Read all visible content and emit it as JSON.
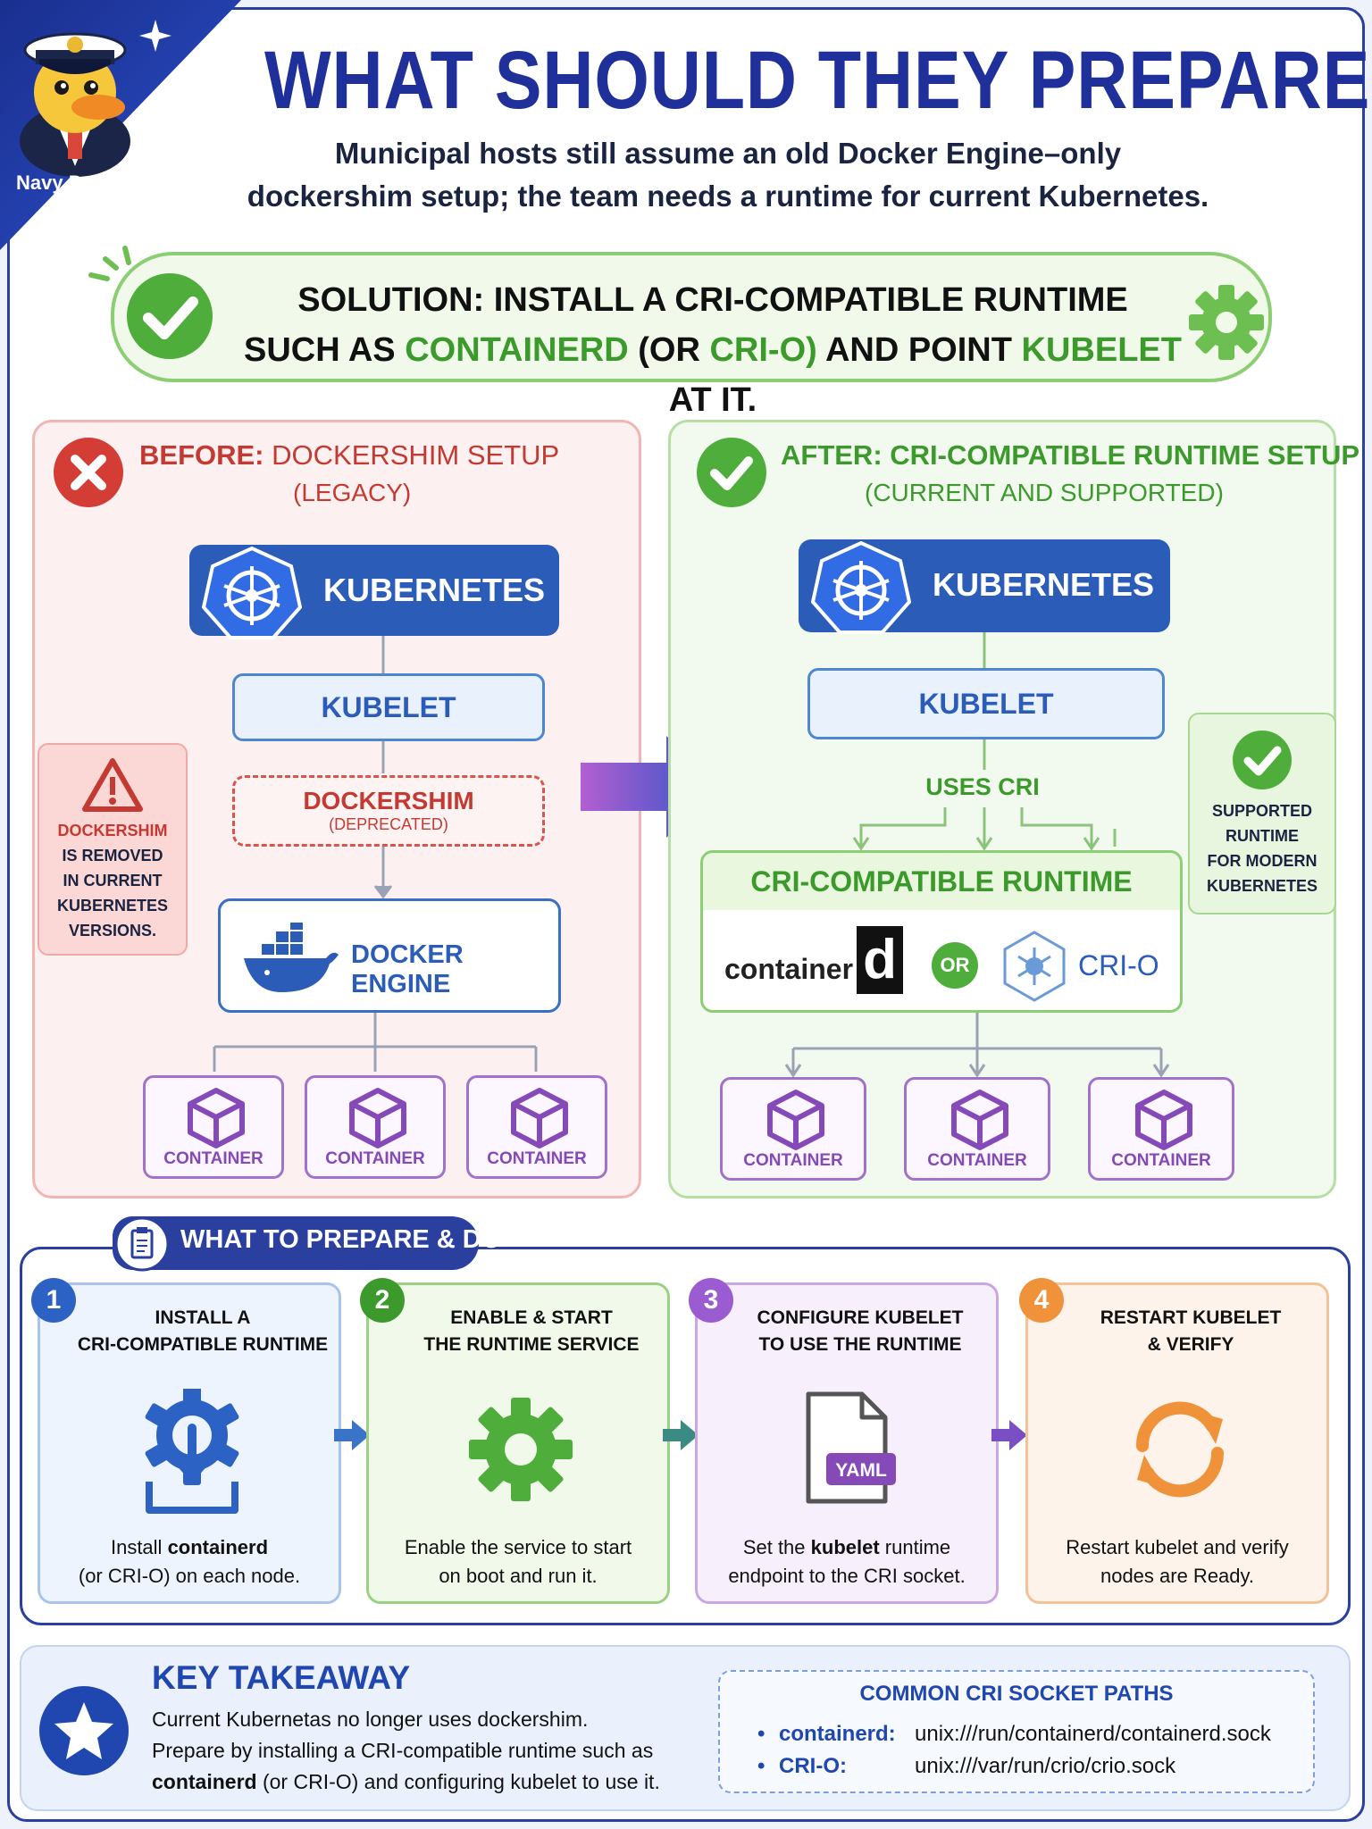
{
  "header": {
    "badge_label": "Navy Duck",
    "title": "WHAT SHOULD THEY PREPARE",
    "title_mark": "?",
    "subtitle_line1": "Municipal hosts still assume an old Docker Engine–only",
    "subtitle_line2": "dockershim setup; the team needs a runtime for current Kubernetes."
  },
  "solution": {
    "label": "SOLUTION:",
    "line1_rest": "INSTALL A CRI-COMPATIBLE RUNTIME",
    "line2_a": "SUCH AS",
    "line2_containerd": "CONTAINERD",
    "line2_b": "(OR",
    "line2_crio": "CRI-O)",
    "line2_c": "AND POINT",
    "line2_kubelet": "KUBELET",
    "line2_d": "AT IT."
  },
  "before": {
    "title_label": "BEFORE:",
    "title_rest": "DOCKERSHIM SETUP",
    "subtitle": "(LEGACY)",
    "kubernetes": "KUBERNETES",
    "kubelet": "KUBELET",
    "dockershim": "DOCKERSHIM",
    "dockershim_note": "(DEPRECATED)",
    "docker_engine": "DOCKER ENGINE",
    "containers": [
      "CONTAINER",
      "CONTAINER",
      "CONTAINER"
    ],
    "warning_red": "DOCKERSHIM",
    "warning_lines": [
      "IS REMOVED",
      "IN CURRENT",
      "KUBERNETES",
      "VERSIONS."
    ]
  },
  "after": {
    "title": "AFTER: CRI-COMPATIBLE RUNTIME SETUP",
    "subtitle": "(CURRENT AND SUPPORTED)",
    "kubernetes": "KUBERNETES",
    "kubelet": "KUBELET",
    "uses_cri": "USES CRI",
    "cri_runtime": "CRI-COMPATIBLE RUNTIME",
    "containerd_logo": "container",
    "containerd_logo_d": "d",
    "or": "OR",
    "crio": "CRI-O",
    "containers": [
      "CONTAINER",
      "CONTAINER",
      "CONTAINER"
    ],
    "supported_lines": [
      "SUPPORTED",
      "RUNTIME",
      "FOR MODERN",
      "KUBERNETES"
    ]
  },
  "prepare": {
    "heading": "WHAT TO PREPARE & DO",
    "steps": [
      {
        "num": "1",
        "title1": "INSTALL A",
        "title2": "CRI-COMPATIBLE RUNTIME",
        "desc1_a": "Install ",
        "desc1_b": "containerd",
        "desc2": "(or CRI-O) on each node.",
        "color": "#2b62c4"
      },
      {
        "num": "2",
        "title1": "ENABLE & START",
        "title2": "THE RUNTIME SERVICE",
        "desc1_a": "Enable the service to start",
        "desc1_b": "",
        "desc2": "on boot and run it.",
        "color": "#3c9a2c"
      },
      {
        "num": "3",
        "title1": "CONFIGURE KUBELET",
        "title2": "TO USE THE RUNTIME",
        "desc1_a": "Set the ",
        "desc1_b": "kubelet",
        "desc1_c": " runtime",
        "desc2": "endpoint to the CRI socket.",
        "color": "#9b5bd1",
        "icon_text": "YAML"
      },
      {
        "num": "4",
        "title1": "RESTART KUBELET",
        "title2": "& VERIFY",
        "desc1_a": "Restart kubelet and verify",
        "desc1_b": "",
        "desc2": "nodes are Ready.",
        "color": "#f0923a"
      }
    ]
  },
  "takeaway": {
    "title": "KEY TAKEAWAY",
    "line1": "Current Kubernetas no longer uses dockershim.",
    "line2": "Prepare by installing a CRI-compatible runtime such as",
    "line3_b": "containerd",
    "line3_rest": " (or CRI-O) and configuring kubelet to use it.",
    "sockets_title": "COMMON CRI SOCKET PATHS",
    "sockets": [
      {
        "name": "containerd:",
        "path": "unix:///run/containerd/containerd.sock"
      },
      {
        "name": "CRI-O:",
        "path": "unix:///var/run/crio/crio.sock"
      }
    ]
  },
  "colors": {
    "navy": "#2b3f9e",
    "green": "#3c9a2c",
    "red": "#c43a33",
    "k8s_blue": "#2b5cb8",
    "purple": "#9b5bd1",
    "orange": "#f0923a"
  }
}
